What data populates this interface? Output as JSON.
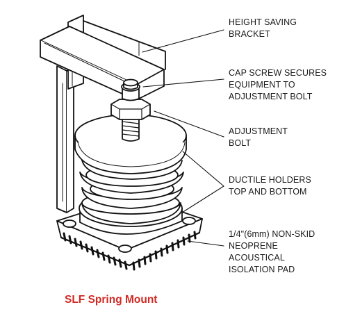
{
  "caption": "SLF Spring Mount",
  "caption_color": "#d02a25",
  "labels": [
    {
      "lines": [
        "HEIGHT SAVING",
        "BRACKET"
      ]
    },
    {
      "lines": [
        "CAP SCREW SECURES",
        "EQUIPMENT TO",
        "ADJUSTMENT BOLT"
      ]
    },
    {
      "lines": [
        "ADJUSTMENT",
        "BOLT"
      ]
    },
    {
      "lines": [
        "DUCTILE HOLDERS",
        "TOP AND BOTTOM"
      ]
    },
    {
      "lines": [
        "1/4\"(6mm) NON-SKID",
        "NEOPRENE",
        "ACOUSTICAL",
        "ISOLATION PAD"
      ]
    }
  ]
}
